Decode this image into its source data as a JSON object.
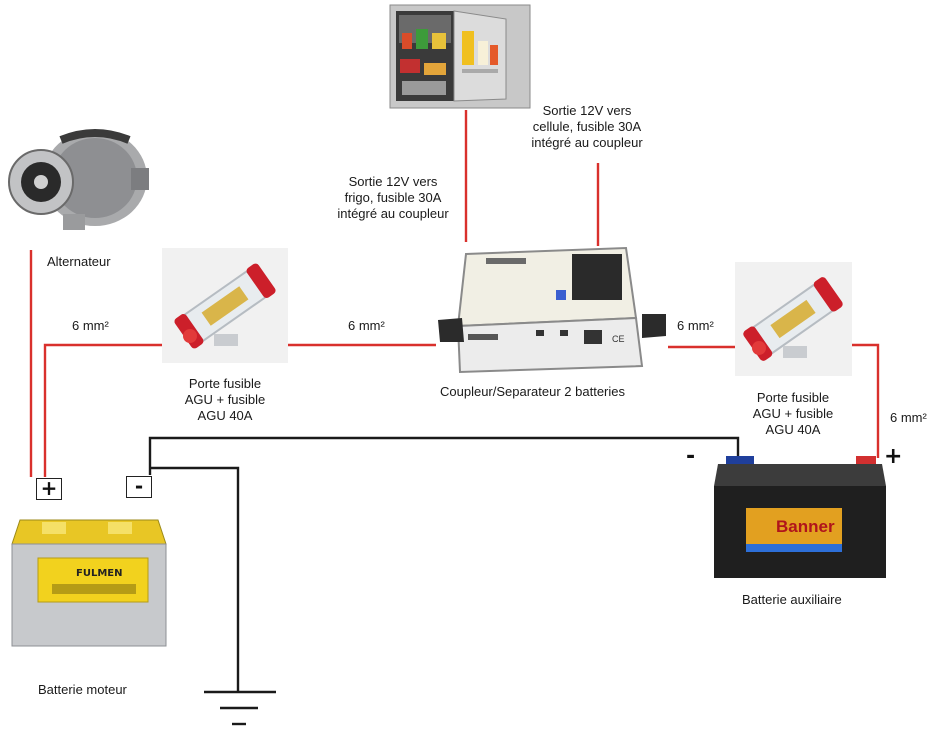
{
  "components": {
    "alternator": {
      "label": "Alternateur"
    },
    "fuse_left": {
      "lines": [
        "Porte fusible",
        "AGU + fusible",
        "AGU 40A"
      ]
    },
    "fuse_right": {
      "lines": [
        "Porte fusible",
        "AGU + fusible",
        "AGU 40A"
      ]
    },
    "coupler": {
      "label": "Coupleur/Separateur 2 batteries",
      "mark": "CE"
    },
    "engine_battery": {
      "label": "Batterie moteur",
      "brand": "FULMEN"
    },
    "aux_battery": {
      "label": "Batterie auxiliaire",
      "brand": "Banner"
    }
  },
  "outputs": {
    "fridge": {
      "lines": [
        "Sortie 12V vers",
        "frigo, fusible 30A",
        "intégré au coupleur"
      ]
    },
    "cell": {
      "lines": [
        "Sortie 12V vers",
        "cellule, fusible 30A",
        "intégré au coupleur"
      ]
    }
  },
  "wires": {
    "left": "6 mm²",
    "middle": "6 mm²",
    "right": "6 mm²",
    "aux_positive": "6 mm²"
  },
  "terminals": {
    "positive": "+",
    "negative": "-"
  },
  "colors": {
    "positive_wire": "#d9302c",
    "negative_wire": "#1a1a1a"
  }
}
